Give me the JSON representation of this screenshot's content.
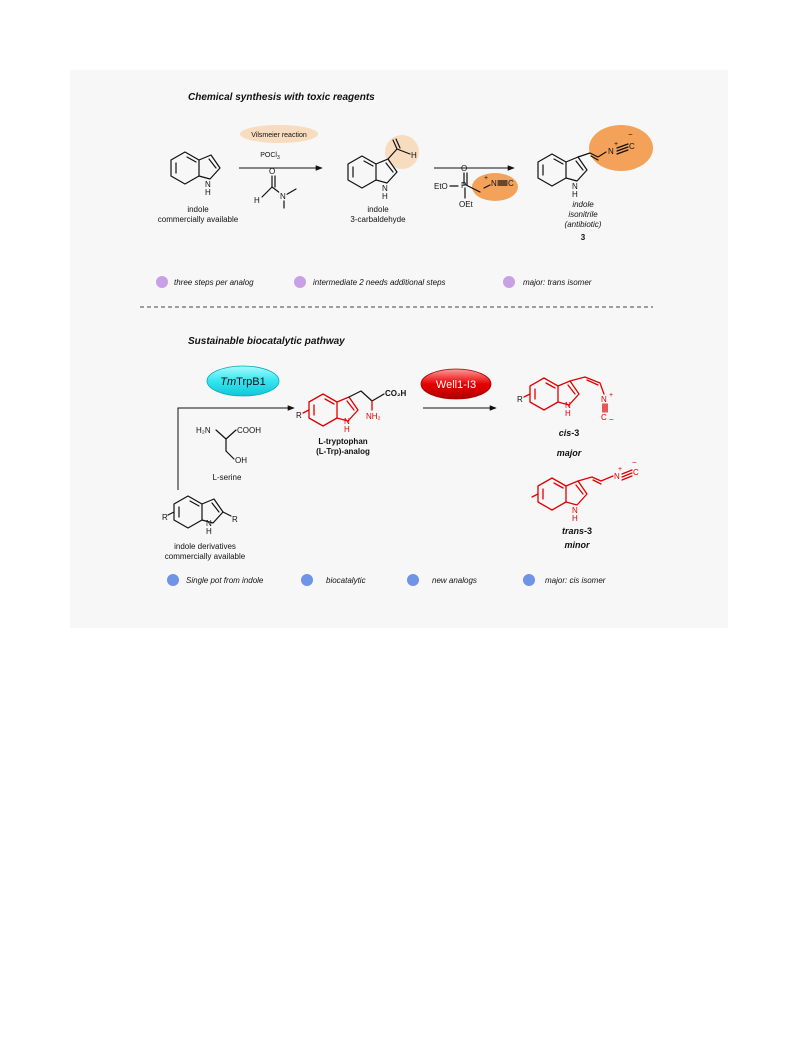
{
  "colors": {
    "panel_background": "#f7f7f7",
    "toxic_highlight": "#f4a25a",
    "vilsmeier_pill": "#f7dcc0",
    "purple_bullet": "#c9a0e6",
    "blue_bullet": "#6f93e6",
    "enzyme_cyan": "#33e6f0",
    "enzyme_red": "#e60000",
    "product_red": "#e00000"
  },
  "top": {
    "heading": "Chemical synthesis with toxic reagents",
    "reagent_pill": "Vilsmeier reaction",
    "reagent_pocl3": "POCl",
    "pocl3_sub": "3",
    "indole_label_1": "indole",
    "indole_label_2": "commercially available",
    "aldehyde_label_1": "indole",
    "aldehyde_label_2": "3-carbaldehyde",
    "product_label_1": "indole",
    "product_label_2": "isonitrile",
    "product_label_3": "(antibiotic)",
    "product_number": "3",
    "atom_h": "H",
    "atom_n": "N",
    "atom_nh": "N",
    "atom_eto": "EtO",
    "atom_oet": "OEt",
    "atom_p": "P",
    "atom_o": "O",
    "atom_c": "C",
    "plus": "+",
    "minus": "−",
    "bullets": [
      "three steps per analog",
      "intermediate 2 needs additional steps",
      "major: trans isomer"
    ]
  },
  "bottom": {
    "heading": "Sustainable biocatalytic pathway",
    "enzyme1_italic": "Tm",
    "enzyme1_rest": "TrpB1",
    "enzyme2": "Well1-I3",
    "serine_label": "L-serine",
    "serine_nh2": "H₂N",
    "serine_cooh": "COOH",
    "serine_oh": "OH",
    "trp_label_1": "L-tryptophan",
    "trp_label_2": "(L-Trp)-analog",
    "trp_co2h": "CO₂H",
    "trp_nh2": "NH₂",
    "indole_deriv_1": "indole derivatives",
    "indole_deriv_2": "commercially available",
    "r_group": "R",
    "cis_label": "cis",
    "cis_suffix": "-3",
    "cis_note": "major",
    "trans_label": "trans",
    "trans_suffix": "-3",
    "trans_note": "minor",
    "bullets": [
      "Single pot from indole",
      "biocatalytic",
      "new analogs",
      "major: cis isomer"
    ]
  }
}
